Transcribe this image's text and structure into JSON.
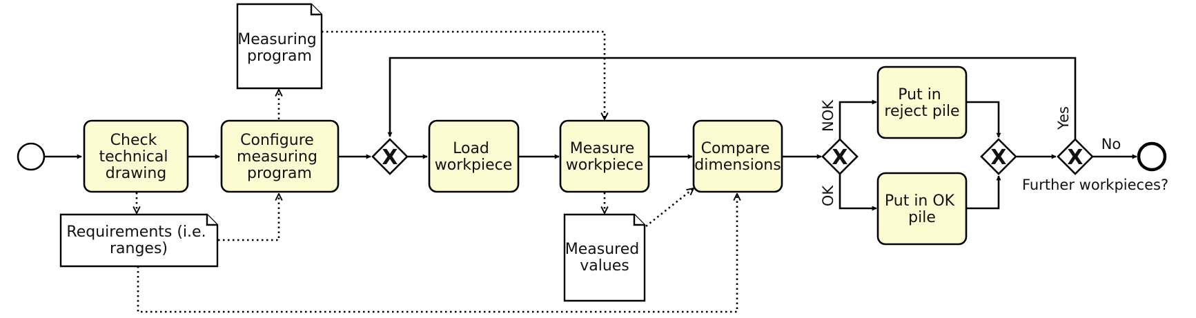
{
  "diagram": {
    "tasks": {
      "check_drawing": [
        "Check",
        "technical",
        "drawing"
      ],
      "configure_program": [
        "Configure",
        "measuring",
        "program"
      ],
      "load_workpiece": [
        "Load",
        "workpiece"
      ],
      "measure_workpiece": [
        "Measure",
        "workpiece"
      ],
      "compare_dimensions": [
        "Compare",
        "dimensions"
      ],
      "reject_pile": [
        "Put in",
        "reject pile"
      ],
      "ok_pile": [
        "Put in OK",
        "pile"
      ]
    },
    "documents": {
      "measuring_program": [
        "Measuring",
        "program"
      ],
      "requirements": [
        "Requirements (i.e.",
        "ranges)"
      ],
      "measured_values": [
        "Measured",
        "values"
      ]
    },
    "gateways": {
      "merge_loop": "X",
      "ok_split": "X",
      "ok_join": "X",
      "further_split": "X"
    },
    "flow_labels": {
      "nok": "NOK",
      "ok": "OK",
      "yes": "Yes",
      "no": "No",
      "further_workpieces": "Further workpieces?"
    }
  }
}
